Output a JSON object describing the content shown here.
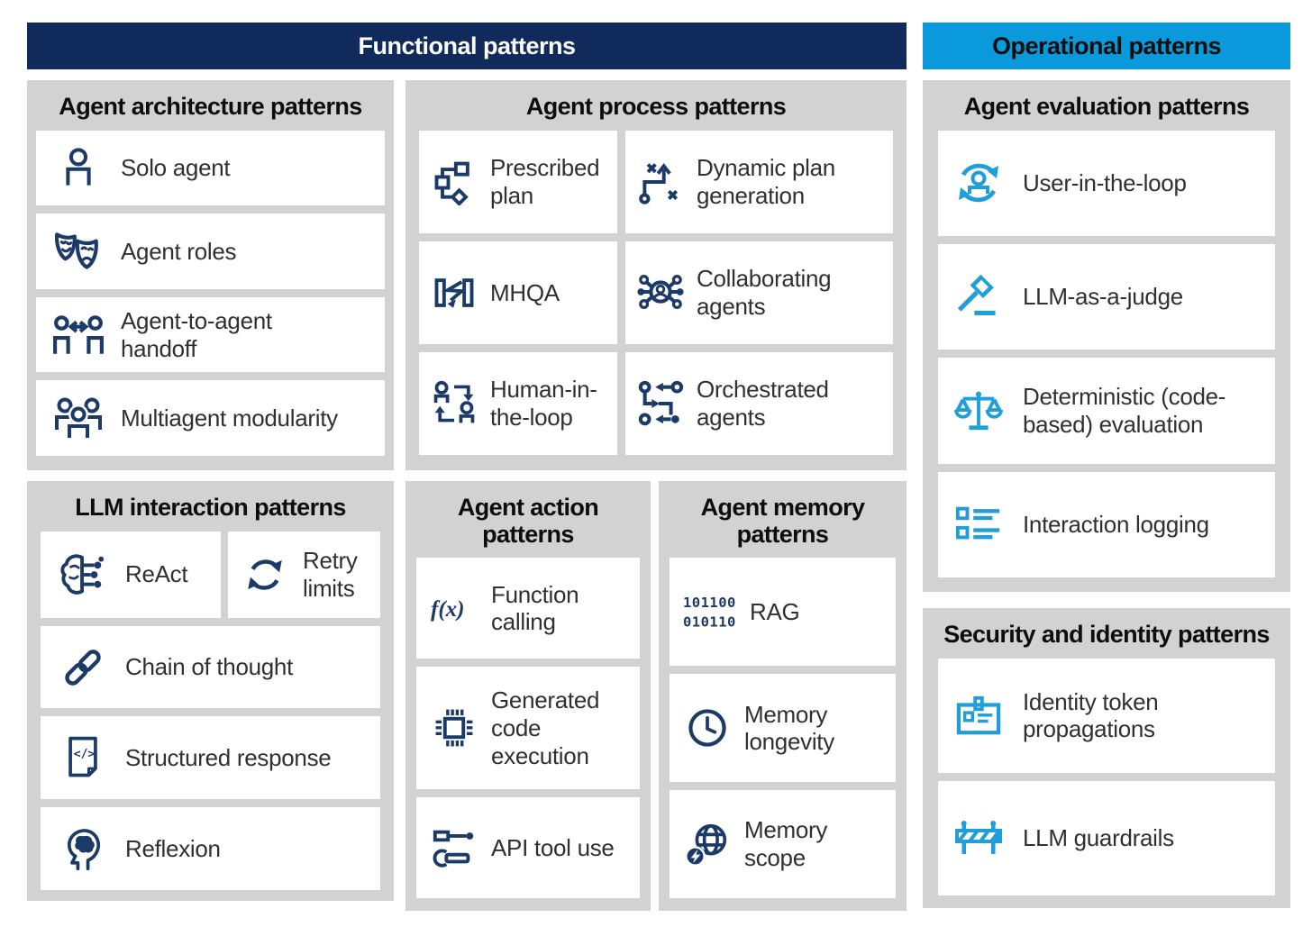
{
  "colors": {
    "functional_header_bg": "#0f2a5b",
    "operational_header_bg": "#0a9adb",
    "panel_bg": "#d2d2d2",
    "card_bg": "#ffffff",
    "icon_navy": "#1b3a68",
    "icon_blue": "#1f9ed9",
    "title_text": "#0d0d0d",
    "label_text": "#303030"
  },
  "headers": {
    "functional": {
      "label": "Functional patterns"
    },
    "operational": {
      "label": "Operational patterns"
    }
  },
  "panels": {
    "architecture": {
      "title": "Agent architecture patterns",
      "items": [
        {
          "label": "Solo agent",
          "icon": "person-icon"
        },
        {
          "label": "Agent roles",
          "icon": "theater-masks-icon"
        },
        {
          "label": "Agent-to-agent handoff",
          "icon": "agent-handoff-icon"
        },
        {
          "label": "Multiagent modularity",
          "icon": "multiagent-group-icon"
        }
      ]
    },
    "llm_interaction": {
      "title": "LLM interaction patterns",
      "items": [
        {
          "label": "ReAct",
          "icon": "brain-circuit-icon"
        },
        {
          "label": "Retry limits",
          "icon": "retry-arrows-icon"
        },
        {
          "label": "Chain of thought",
          "icon": "chain-link-icon"
        },
        {
          "label": "Structured response",
          "icon": "code-document-icon",
          "icon_text": "</>"
        },
        {
          "label": "Reflexion",
          "icon": "head-brain-icon"
        }
      ]
    },
    "process": {
      "title": "Agent process patterns",
      "items": [
        {
          "label": "Prescribed plan",
          "icon": "flowchart-plan-icon"
        },
        {
          "label": "Dynamic plan generation",
          "icon": "dynamic-path-icon"
        },
        {
          "label": "MHQA",
          "icon": "mhqa-brackets-icon"
        },
        {
          "label": "Collaborating agents",
          "icon": "agent-network-icon"
        },
        {
          "label": "Human-in-the-loop",
          "icon": "human-loop-icon"
        },
        {
          "label": "Orchestrated agents",
          "icon": "orchestration-icon"
        }
      ]
    },
    "action": {
      "title": "Agent action patterns",
      "items": [
        {
          "label": "Function calling",
          "icon": "fx-function-icon",
          "icon_text": "f(x)"
        },
        {
          "label": "Generated code execution",
          "icon": "processor-chip-icon"
        },
        {
          "label": "API tool use",
          "icon": "api-wrench-icon"
        }
      ]
    },
    "memory": {
      "title": "Agent memory patterns",
      "items": [
        {
          "label": "RAG",
          "icon": "binary-digits-icon",
          "icon_lines": [
            "101100",
            "010110"
          ]
        },
        {
          "label": "Memory longevity",
          "icon": "clock-icon"
        },
        {
          "label": "Memory scope",
          "icon": "globe-energy-icon"
        }
      ]
    },
    "evaluation": {
      "title": "Agent evaluation patterns",
      "items": [
        {
          "label": "User-in-the-loop",
          "icon": "user-cycle-icon"
        },
        {
          "label": "LLM-as-a-judge",
          "icon": "gavel-icon"
        },
        {
          "label": "Deterministic (code-based) evaluation",
          "icon": "balance-scales-icon"
        },
        {
          "label": "Interaction logging",
          "icon": "log-list-icon"
        }
      ]
    },
    "security": {
      "title": "Security and identity patterns",
      "items": [
        {
          "label": "Identity token propagations",
          "icon": "id-badge-icon"
        },
        {
          "label": "LLM guardrails",
          "icon": "barrier-icon"
        }
      ]
    }
  }
}
